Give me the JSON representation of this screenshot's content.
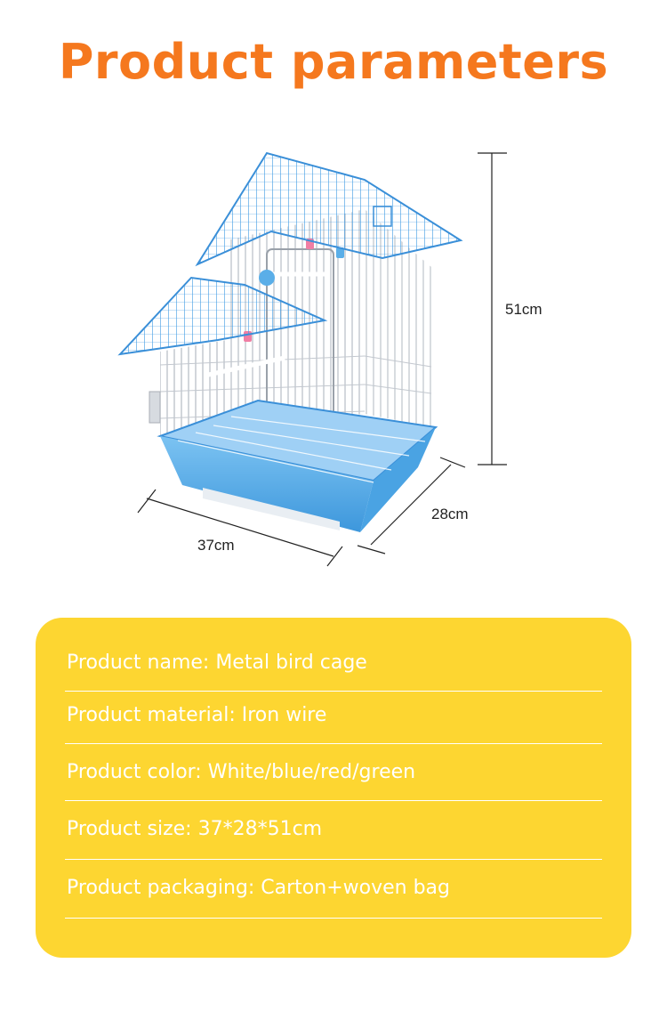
{
  "title": "Product parameters",
  "dimensions": {
    "height": "51cm",
    "depth": "28cm",
    "width": "37cm"
  },
  "specs": [
    "Product name: Metal bird cage",
    "Product material: Iron wire",
    "Product color: White/blue/red/green",
    "Product size: 37*28*51cm",
    "Product packaging: Carton+woven bag"
  ],
  "colors": {
    "title": "#f5781e",
    "card": "#fdd631",
    "cage_blue": "#5aaee8",
    "wire": "#c8ccd2"
  }
}
